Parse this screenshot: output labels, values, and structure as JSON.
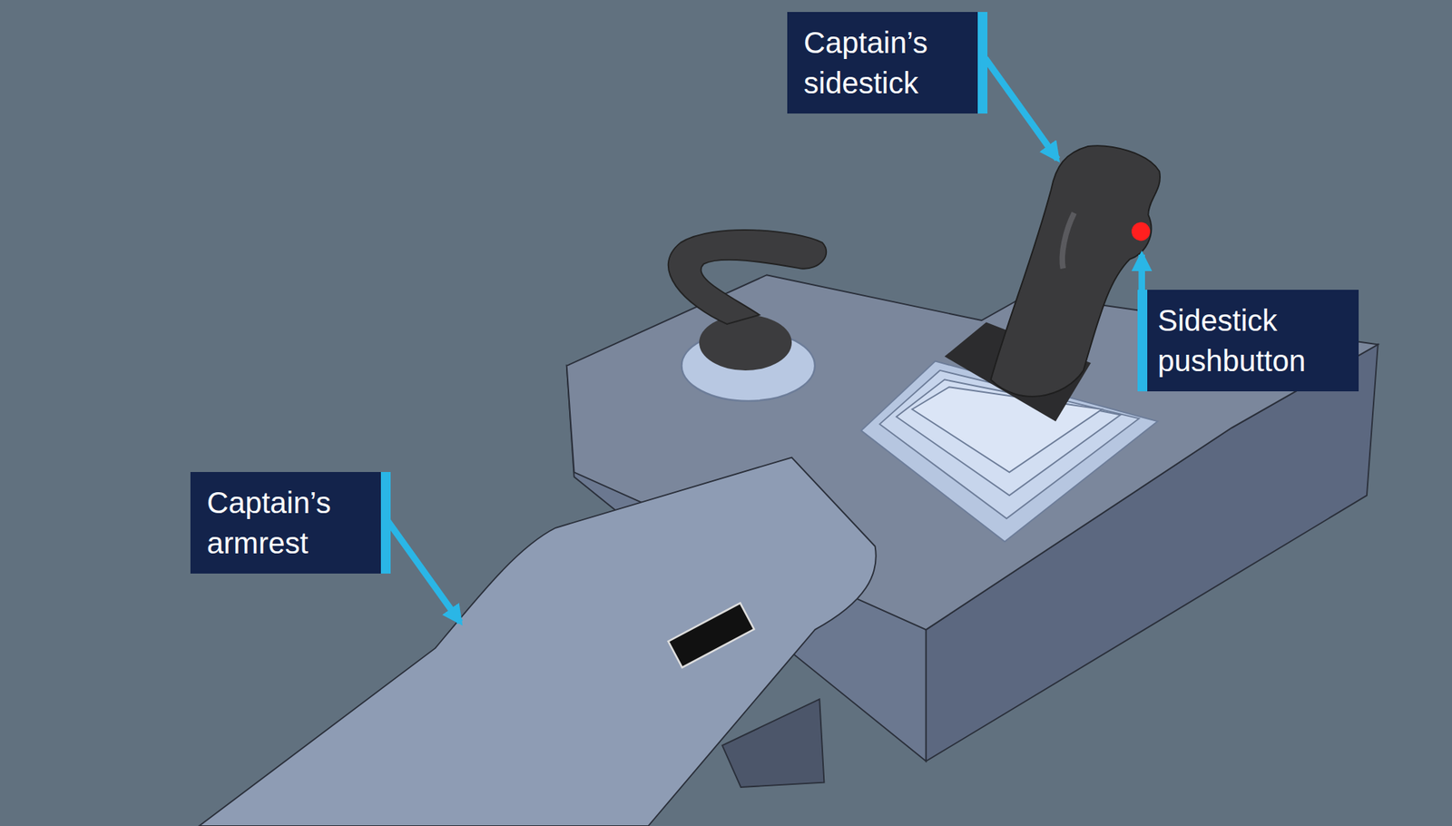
{
  "diagram": {
    "nodes": [
      {
        "text": [
          "Captain’s sidestick"
        ]
      },
      {
        "text": [
          "Sidestick pushbutton"
        ]
      },
      {
        "text": [
          "Captain’s armrest"
        ]
      }
    ]
  }
}
